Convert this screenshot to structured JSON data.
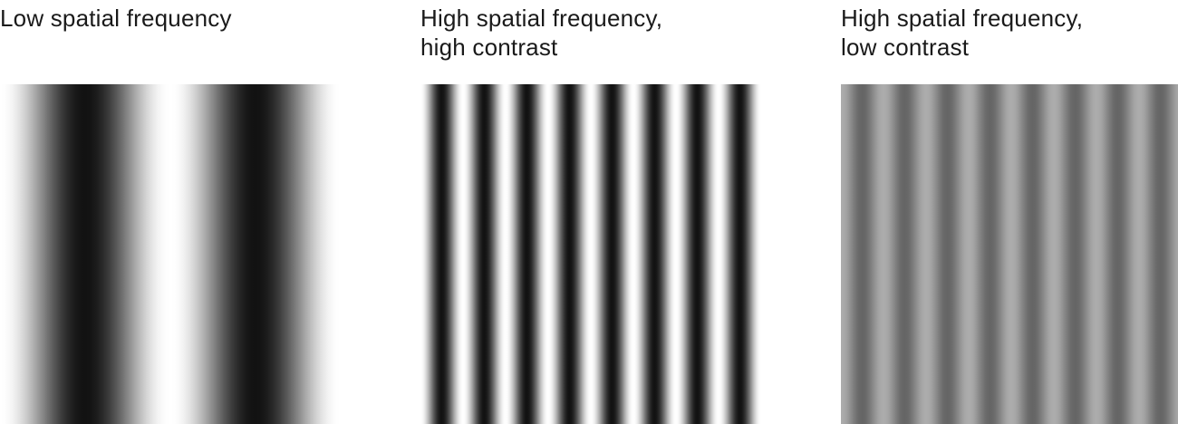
{
  "panels": [
    {
      "title_lines": [
        "Low spatial frequency"
      ],
      "grating": {
        "cycles": 2,
        "contrast": 1.0,
        "mean_gray": 0.5,
        "phase_deg": 90
      }
    },
    {
      "title_lines": [
        "High spatial frequency,",
        "high contrast"
      ],
      "grating": {
        "cycles": 8,
        "contrast": 1.0,
        "mean_gray": 0.5,
        "phase_deg": 90
      }
    },
    {
      "title_lines": [
        "High spatial frequency,",
        "low contrast"
      ],
      "grating": {
        "cycles": 8,
        "contrast": 0.3,
        "mean_gray": 0.5,
        "phase_deg": 90
      }
    }
  ]
}
